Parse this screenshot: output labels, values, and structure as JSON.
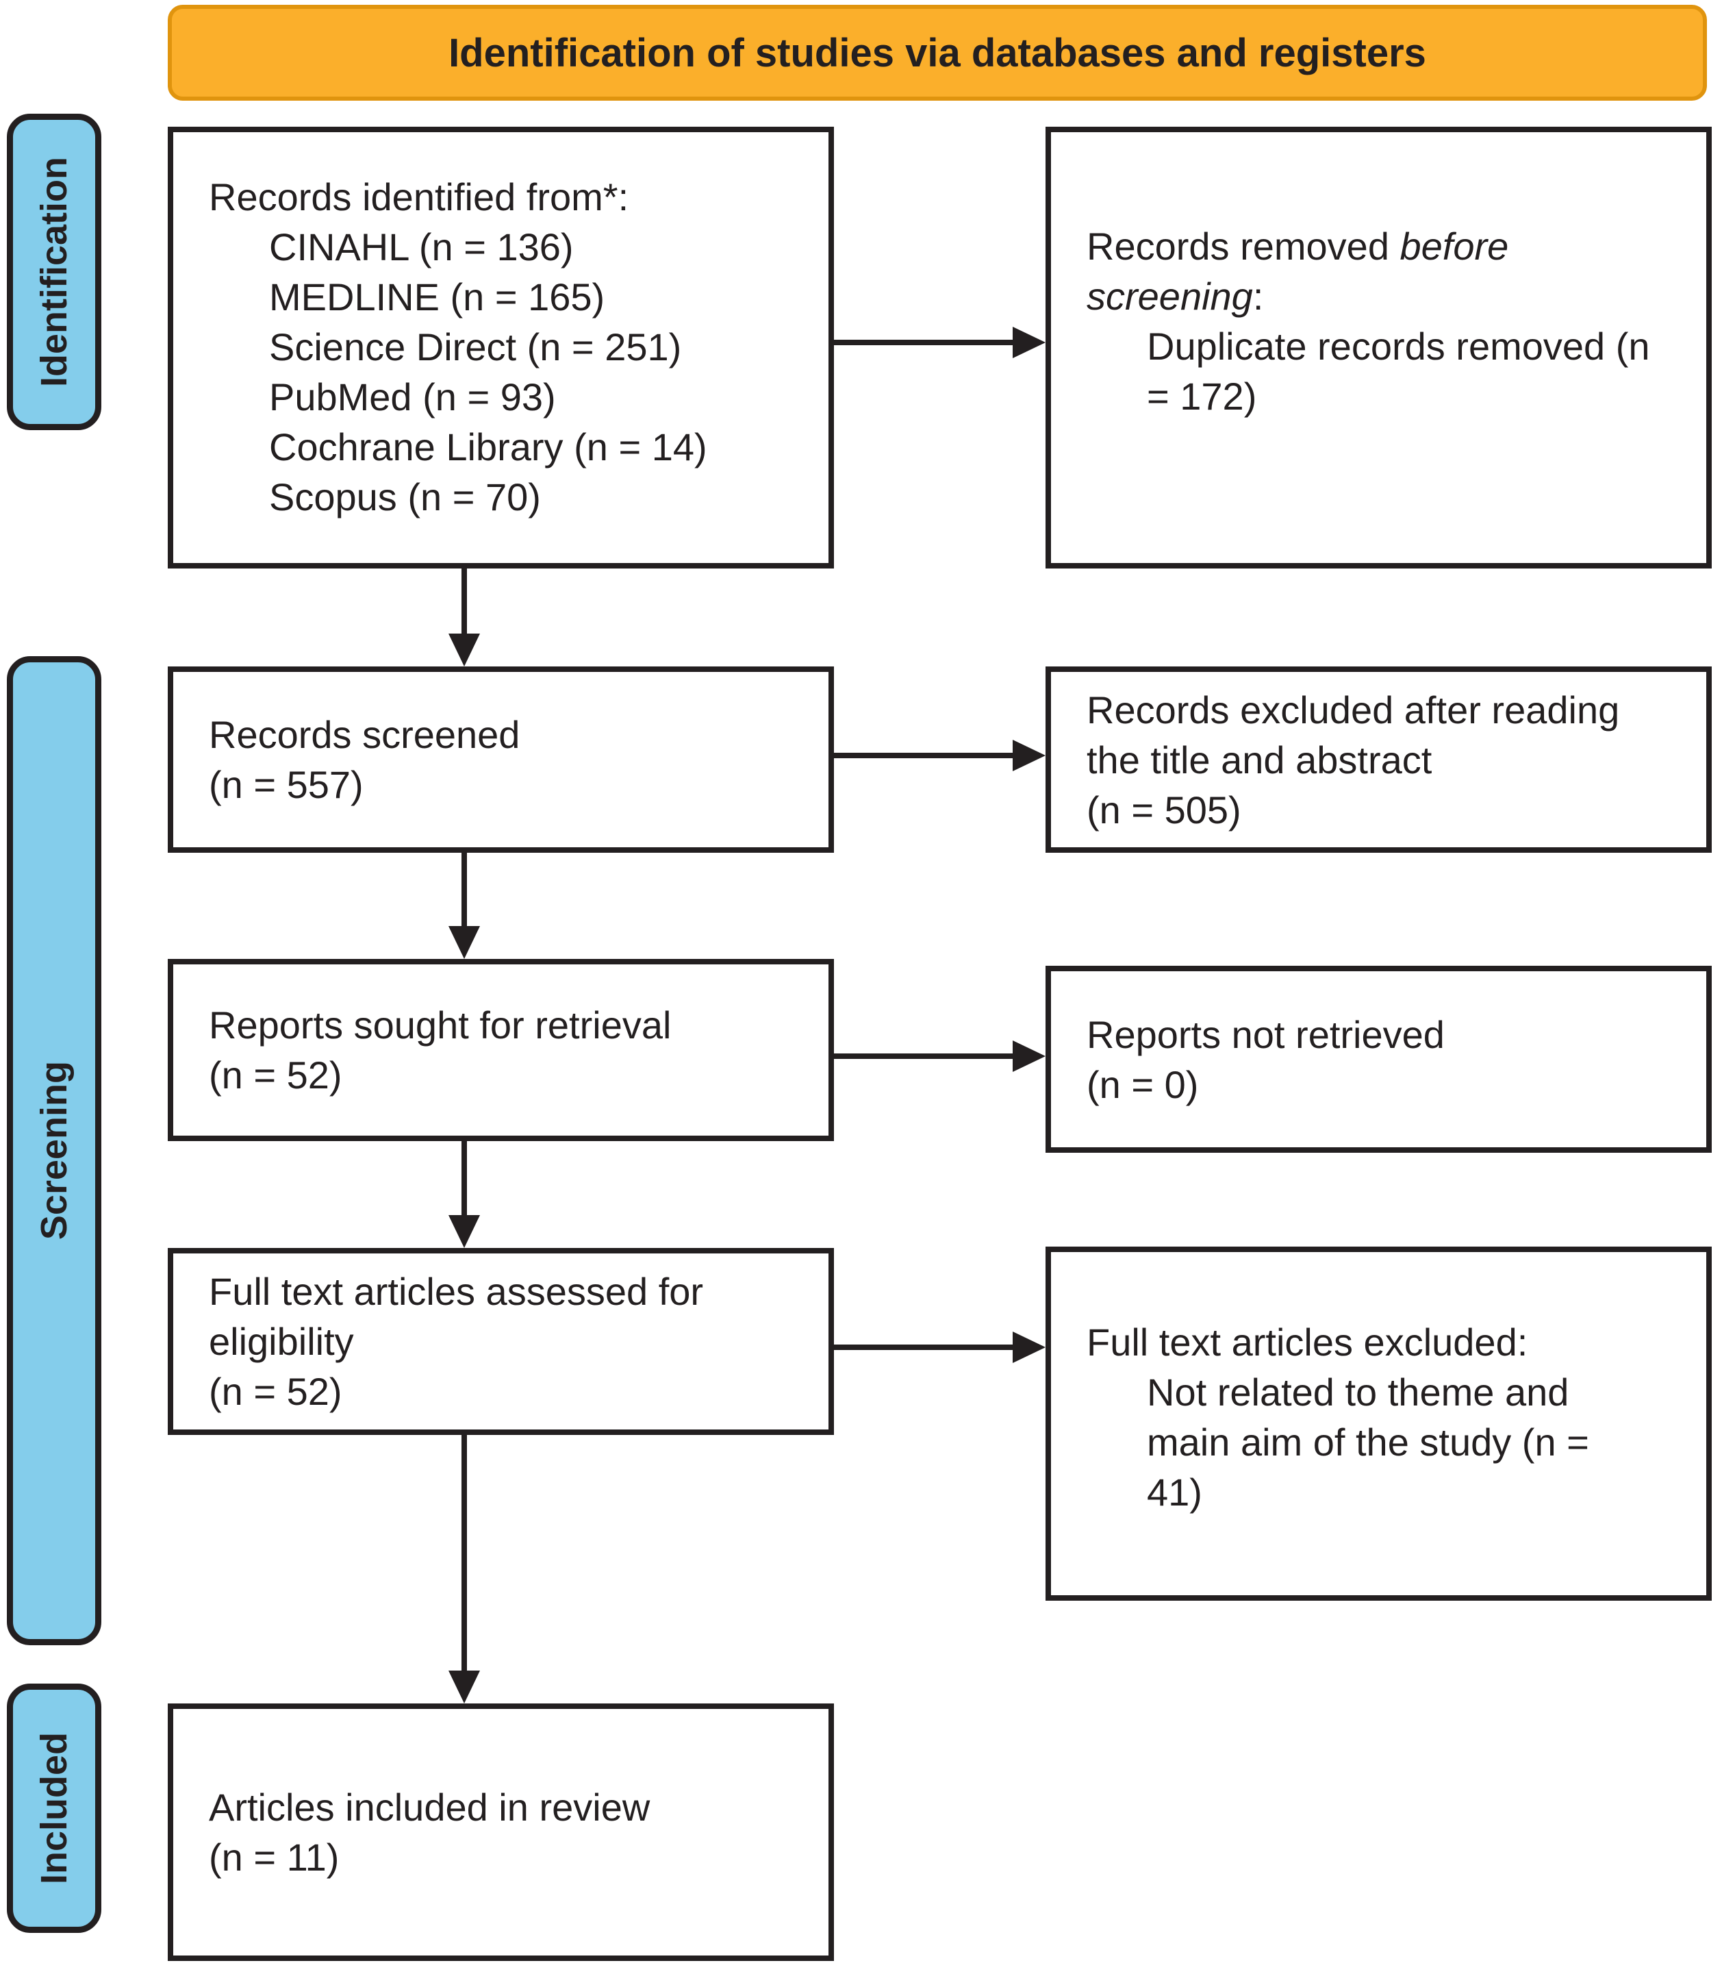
{
  "banner": {
    "title": "Identification of studies via databases and registers"
  },
  "stages": {
    "identification": "Identification",
    "screening": "Screening",
    "included": "Included"
  },
  "boxes": {
    "records_identified": {
      "intro": "Records identified from*:",
      "items": [
        "CINAHL (n = 136)",
        "MEDLINE (n = 165)",
        "Science Direct (n = 251)",
        "PubMed (n = 93)",
        "Cochrane Library (n = 14)",
        "Scopus (n = 70)"
      ]
    },
    "records_removed": {
      "line1_regular": "Records removed ",
      "line1_italic": "before",
      "line2_italic": "screening",
      "line2_regular": ":",
      "item_line1": "Duplicate records removed (n",
      "item_line2": "= 172)"
    },
    "records_screened": {
      "line1": "Records screened",
      "line2": "(n = 557)"
    },
    "records_excluded": {
      "line1": "Records excluded after reading",
      "line2": "the title and abstract",
      "line3": "(n = 505)"
    },
    "reports_sought": {
      "line1": "Reports sought for retrieval",
      "line2": "(n = 52)"
    },
    "reports_not_retrieved": {
      "line1": "Reports not retrieved",
      "line2": "(n = 0)"
    },
    "fulltext_assessed": {
      "line1": "Full text articles assessed for",
      "line2": "eligibility",
      "line3": "(n = 52)"
    },
    "fulltext_excluded": {
      "intro": "Full text articles excluded:",
      "item_line1": "Not related to theme and",
      "item_line2": "main aim of the study (n =",
      "item_line3": "41)"
    },
    "articles_included": {
      "line1": "Articles included in review",
      "line2": "(n = 11)"
    }
  },
  "colors": {
    "banner_fill": "#FBAF2B",
    "banner_border": "#E0940E",
    "stage_fill": "#84CDEB",
    "ink": "#231F20"
  }
}
